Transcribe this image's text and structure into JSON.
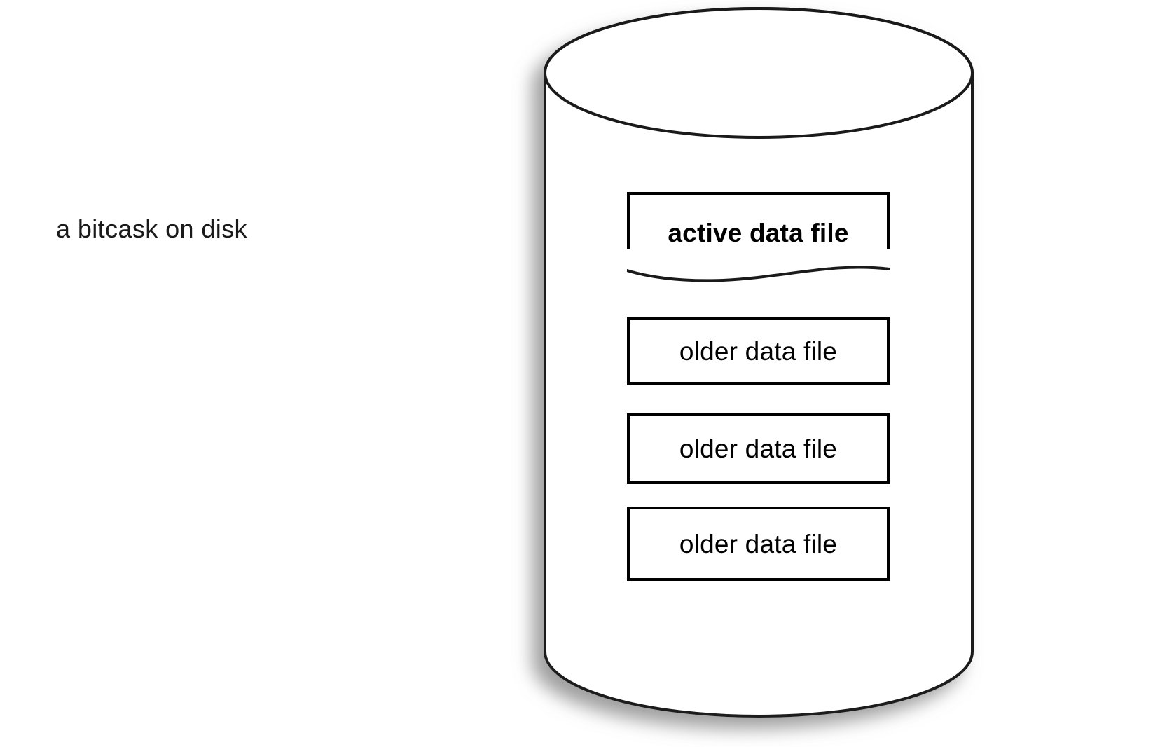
{
  "figure": {
    "caption": "a bitcask on disk",
    "colors": {
      "stroke": "#000000",
      "fill": "#ffffff",
      "background": "#ffffff",
      "shadow": "#9a9a9a",
      "text": "#1a1a1a"
    }
  },
  "storage": {
    "container_name": "bitcask",
    "container_shape": "cylinder",
    "files": [
      {
        "label": "active data file",
        "state": "active",
        "emphasis": "bold",
        "edge": "wavy-bottom"
      },
      {
        "label": "older data file",
        "state": "older",
        "emphasis": "regular",
        "edge": "plain"
      },
      {
        "label": "older data file",
        "state": "older",
        "emphasis": "regular",
        "edge": "plain"
      },
      {
        "label": "older data file",
        "state": "older",
        "emphasis": "regular",
        "edge": "plain"
      }
    ]
  }
}
